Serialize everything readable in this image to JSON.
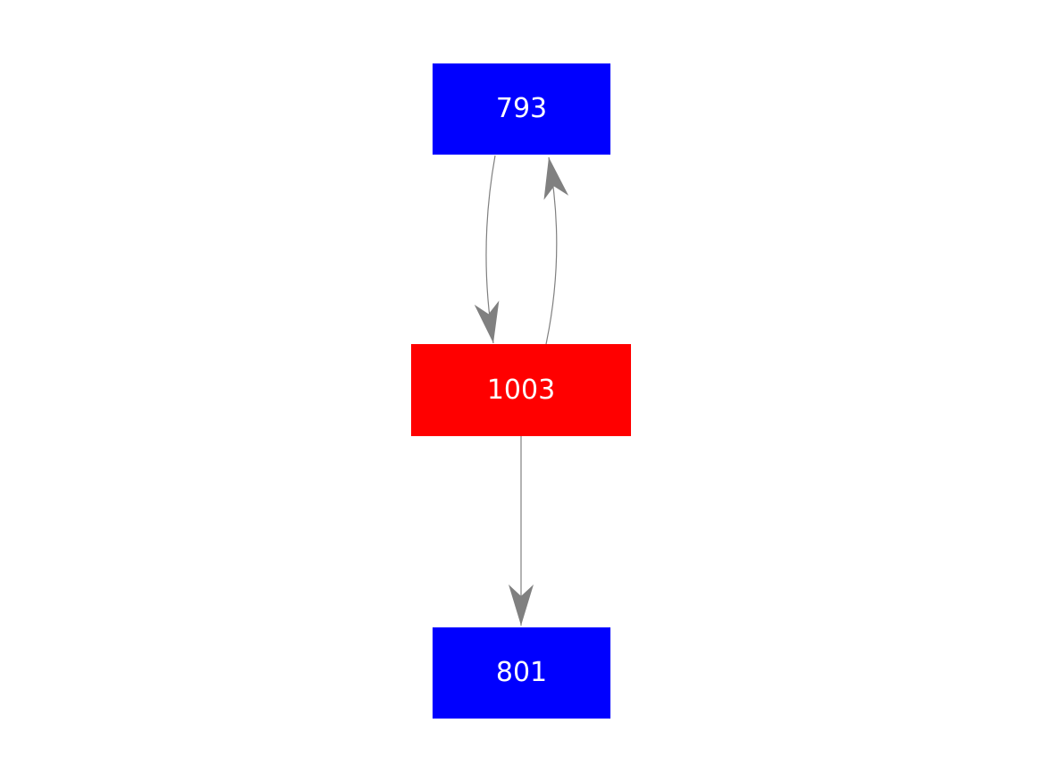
{
  "diagram": {
    "type": "directed-graph",
    "background_color": "#ffffff",
    "edge_color": "#808080",
    "nodes": [
      {
        "id": "793",
        "label": "793",
        "fill_color": "#0000ff",
        "text_color": "#ffffff"
      },
      {
        "id": "1003",
        "label": "1003",
        "fill_color": "#ff0000",
        "text_color": "#ffffff"
      },
      {
        "id": "801",
        "label": "801",
        "fill_color": "#0000ff",
        "text_color": "#ffffff"
      }
    ],
    "edges": [
      {
        "from": "793",
        "to": "1003",
        "shape": "curved-left",
        "arrowhead": "vee"
      },
      {
        "from": "1003",
        "to": "793",
        "shape": "curved-right",
        "arrowhead": "vee"
      },
      {
        "from": "1003",
        "to": "801",
        "shape": "straight",
        "arrowhead": "vee"
      }
    ]
  }
}
